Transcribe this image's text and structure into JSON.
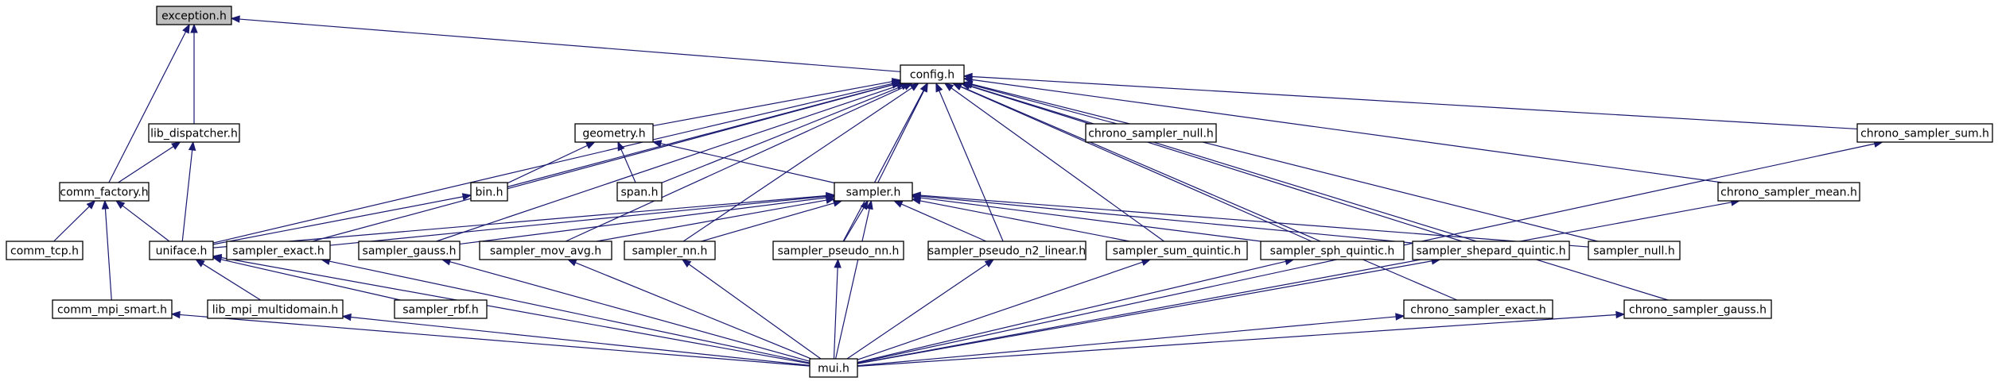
{
  "graph": {
    "highlight_color": "#bfbfbf",
    "edge_color": "#191970",
    "nodes": [
      {
        "id": "exception",
        "label": "exception.h",
        "highlight": true
      },
      {
        "id": "config",
        "label": "config.h"
      },
      {
        "id": "lib_dispatcher",
        "label": "lib_dispatcher.h"
      },
      {
        "id": "geometry",
        "label": "geometry.h"
      },
      {
        "id": "chrono_sampler_null",
        "label": "chrono_sampler_null.h"
      },
      {
        "id": "chrono_sampler_sum",
        "label": "chrono_sampler_sum.h"
      },
      {
        "id": "comm_factory",
        "label": "comm_factory.h"
      },
      {
        "id": "bin",
        "label": "bin.h"
      },
      {
        "id": "span",
        "label": "span.h"
      },
      {
        "id": "sampler",
        "label": "sampler.h"
      },
      {
        "id": "chrono_sampler_mean",
        "label": "chrono_sampler_mean.h"
      },
      {
        "id": "comm_tcp",
        "label": "comm_tcp.h"
      },
      {
        "id": "uniface",
        "label": "uniface.h"
      },
      {
        "id": "sampler_exact",
        "label": "sampler_exact.h"
      },
      {
        "id": "sampler_gauss",
        "label": "sampler_gauss.h"
      },
      {
        "id": "sampler_mov_avg",
        "label": "sampler_mov_avg.h"
      },
      {
        "id": "sampler_nn",
        "label": "sampler_nn.h"
      },
      {
        "id": "sampler_pseudo_nn",
        "label": "sampler_pseudo_nn.h"
      },
      {
        "id": "sampler_pseudo_n2_linear",
        "label": "sampler_pseudo_n2_linear.h"
      },
      {
        "id": "sampler_sum_quintic",
        "label": "sampler_sum_quintic.h"
      },
      {
        "id": "sampler_sph_quintic",
        "label": "sampler_sph_quintic.h"
      },
      {
        "id": "sampler_shepard_quintic",
        "label": "sampler_shepard_quintic.h"
      },
      {
        "id": "sampler_null",
        "label": "sampler_null.h"
      },
      {
        "id": "comm_mpi_smart",
        "label": "comm_mpi_smart.h"
      },
      {
        "id": "lib_mpi_multidomain",
        "label": "lib_mpi_multidomain.h"
      },
      {
        "id": "sampler_rbf",
        "label": "sampler_rbf.h"
      },
      {
        "id": "chrono_sampler_exact",
        "label": "chrono_sampler_exact.h"
      },
      {
        "id": "chrono_sampler_gauss",
        "label": "chrono_sampler_gauss.h"
      },
      {
        "id": "mui",
        "label": "mui.h"
      }
    ],
    "edges": [
      [
        "config",
        "exception"
      ],
      [
        "lib_dispatcher",
        "exception"
      ],
      [
        "comm_factory",
        "exception"
      ],
      [
        "comm_factory",
        "lib_dispatcher"
      ],
      [
        "uniface",
        "lib_dispatcher"
      ],
      [
        "comm_tcp",
        "comm_factory"
      ],
      [
        "uniface",
        "comm_factory"
      ],
      [
        "comm_mpi_smart",
        "comm_factory"
      ],
      [
        "geometry",
        "config"
      ],
      [
        "chrono_sampler_null",
        "config"
      ],
      [
        "chrono_sampler_sum",
        "config"
      ],
      [
        "chrono_sampler_mean",
        "config"
      ],
      [
        "bin",
        "config"
      ],
      [
        "span",
        "config"
      ],
      [
        "sampler",
        "config"
      ],
      [
        "uniface",
        "config"
      ],
      [
        "sampler_exact",
        "config"
      ],
      [
        "sampler_gauss",
        "config"
      ],
      [
        "sampler_mov_avg",
        "config"
      ],
      [
        "sampler_nn",
        "config"
      ],
      [
        "sampler_pseudo_nn",
        "config"
      ],
      [
        "sampler_pseudo_n2_linear",
        "config"
      ],
      [
        "sampler_sum_quintic",
        "config"
      ],
      [
        "sampler_sph_quintic",
        "config"
      ],
      [
        "sampler_shepard_quintic",
        "config"
      ],
      [
        "sampler_null",
        "config"
      ],
      [
        "chrono_sampler_exact",
        "config"
      ],
      [
        "chrono_sampler_gauss",
        "config"
      ],
      [
        "bin",
        "geometry"
      ],
      [
        "span",
        "geometry"
      ],
      [
        "sampler",
        "geometry"
      ],
      [
        "uniface",
        "bin"
      ],
      [
        "uniface",
        "sampler"
      ],
      [
        "sampler_exact",
        "sampler"
      ],
      [
        "sampler_gauss",
        "sampler"
      ],
      [
        "sampler_mov_avg",
        "sampler"
      ],
      [
        "sampler_nn",
        "sampler"
      ],
      [
        "sampler_pseudo_nn",
        "sampler"
      ],
      [
        "sampler_pseudo_n2_linear",
        "sampler"
      ],
      [
        "sampler_sum_quintic",
        "sampler"
      ],
      [
        "sampler_sph_quintic",
        "sampler"
      ],
      [
        "sampler_shepard_quintic",
        "sampler"
      ],
      [
        "sampler_null",
        "sampler"
      ],
      [
        "mui",
        "sampler"
      ],
      [
        "lib_mpi_multidomain",
        "uniface"
      ],
      [
        "sampler_rbf",
        "uniface"
      ],
      [
        "mui",
        "uniface"
      ],
      [
        "mui",
        "chrono_sampler_sum"
      ],
      [
        "mui",
        "chrono_sampler_mean"
      ],
      [
        "mui",
        "comm_mpi_smart"
      ],
      [
        "mui",
        "lib_mpi_multidomain"
      ],
      [
        "mui",
        "sampler_exact"
      ],
      [
        "mui",
        "sampler_gauss"
      ],
      [
        "mui",
        "sampler_mov_avg"
      ],
      [
        "mui",
        "sampler_nn"
      ],
      [
        "mui",
        "sampler_pseudo_nn"
      ],
      [
        "mui",
        "sampler_pseudo_n2_linear"
      ],
      [
        "mui",
        "sampler_sum_quintic"
      ],
      [
        "mui",
        "sampler_sph_quintic"
      ],
      [
        "mui",
        "sampler_shepard_quintic"
      ],
      [
        "mui",
        "chrono_sampler_exact"
      ],
      [
        "mui",
        "chrono_sampler_gauss"
      ]
    ]
  }
}
